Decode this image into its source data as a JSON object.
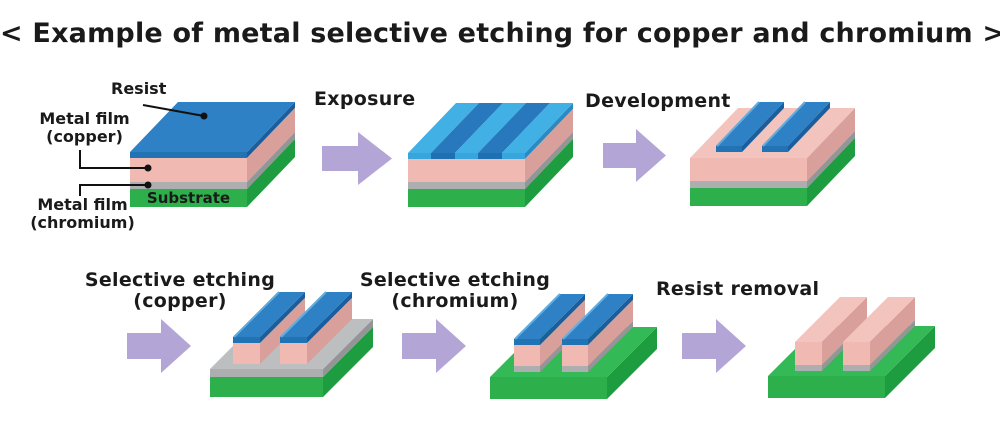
{
  "title": "< Example of metal selective etching for copper and chromium >",
  "diagram": {
    "layer_labels": {
      "resist": "Resist",
      "metal_film_copper_line1": "Metal film",
      "metal_film_copper_line2": "(copper)",
      "substrate": "Substrate",
      "metal_film_chromium_line1": "Metal film",
      "metal_film_chromium_line2": "(chromium)"
    },
    "steps": {
      "exposure": "Exposure",
      "development": "Development",
      "selective_etching_copper_line1": "Selective etching",
      "selective_etching_copper_line2": "(copper)",
      "selective_etching_chromium_line1": "Selective etching",
      "selective_etching_chromium_line2": "(chromium)",
      "resist_removal": "Resist removal"
    },
    "stage_names": [
      "initial-stack",
      "after-exposure",
      "after-development",
      "after-copper-etch",
      "after-chromium-etch",
      "after-resist-removal"
    ]
  },
  "colors": {
    "background": "#FFFFFF",
    "text": "#1A1A1A",
    "arrow": "#B4A5D7",
    "pointer": "#111111",
    "resist_top": "#2E81C4",
    "resist_front": "#2273B4",
    "resist_right": "#1A5E9E",
    "resist_highlight": "#62ACDE",
    "resist_exposed_top": "#41B0E5",
    "resist_exposed_front": "#38A5DC",
    "resist_exposed_right": "#2B8AC2",
    "resist_unexposed_top": "#2878BE",
    "resist_unexposed_front": "#1F70B2",
    "copper_top": "#F2C4BD",
    "copper_front": "#F0B9B1",
    "copper_right": "#D9A09B",
    "chromium_top": "#BCBEC0",
    "chromium_front": "#ACAEB0",
    "chromium_right": "#939597",
    "substrate_top": "#33B956",
    "substrate_front": "#2DAF4B",
    "substrate_right": "#1E9C40"
  }
}
